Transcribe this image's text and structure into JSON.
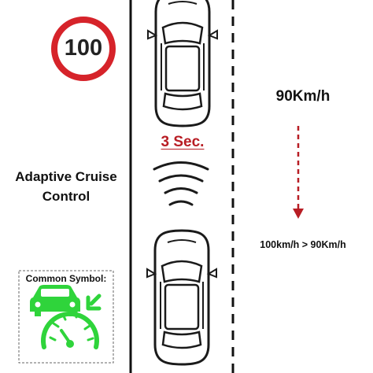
{
  "speed_limit_sign": {
    "value": "100",
    "ring_color": "#d6232a"
  },
  "title": "Adaptive Cruise Control",
  "following_gap": {
    "label": "3 Sec.",
    "color": "#b81d24"
  },
  "target_speed": "90Km/h",
  "speed_change": "100km/h > 90Km/h",
  "speed_arrow_color": "#b81d24",
  "common_symbol": {
    "label": "Common Symbol:",
    "icon_color": "#2fd43b"
  },
  "colors": {
    "car_fill": "#ffffff",
    "car_outline": "#1a1a1a",
    "lane_line": "#111111"
  }
}
